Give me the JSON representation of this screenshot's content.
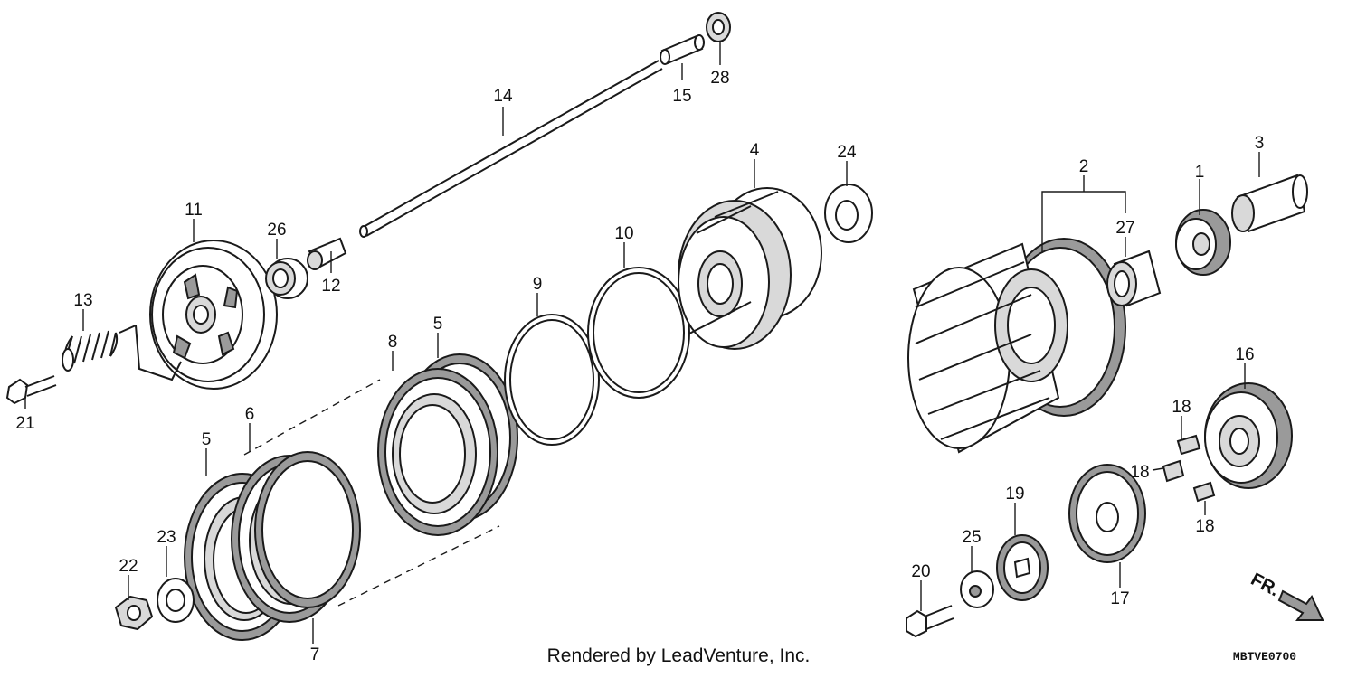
{
  "parts": [
    {
      "id": "part-1",
      "label": "1"
    },
    {
      "id": "part-2",
      "label": "2"
    },
    {
      "id": "part-3",
      "label": "3"
    },
    {
      "id": "part-4",
      "label": "4"
    },
    {
      "id": "part-5a",
      "label": "5"
    },
    {
      "id": "part-5b",
      "label": "5"
    },
    {
      "id": "part-6",
      "label": "6"
    },
    {
      "id": "part-7",
      "label": "7"
    },
    {
      "id": "part-8",
      "label": "8"
    },
    {
      "id": "part-9",
      "label": "9"
    },
    {
      "id": "part-10",
      "label": "10"
    },
    {
      "id": "part-11",
      "label": "11"
    },
    {
      "id": "part-12",
      "label": "12"
    },
    {
      "id": "part-13",
      "label": "13"
    },
    {
      "id": "part-14",
      "label": "14"
    },
    {
      "id": "part-15",
      "label": "15"
    },
    {
      "id": "part-16",
      "label": "16"
    },
    {
      "id": "part-17",
      "label": "17"
    },
    {
      "id": "part-18a",
      "label": "18"
    },
    {
      "id": "part-18b",
      "label": "18"
    },
    {
      "id": "part-18c",
      "label": "18"
    },
    {
      "id": "part-19",
      "label": "19"
    },
    {
      "id": "part-20",
      "label": "20"
    },
    {
      "id": "part-21",
      "label": "21"
    },
    {
      "id": "part-22",
      "label": "22"
    },
    {
      "id": "part-23",
      "label": "23"
    },
    {
      "id": "part-24",
      "label": "24"
    },
    {
      "id": "part-25",
      "label": "25"
    },
    {
      "id": "part-26",
      "label": "26"
    },
    {
      "id": "part-27",
      "label": "27"
    },
    {
      "id": "part-28",
      "label": "28"
    }
  ],
  "footer": {
    "credit": "Rendered by LeadVenture, Inc.",
    "diagram_code": "MBTVE0700",
    "direction_label": "FR."
  }
}
